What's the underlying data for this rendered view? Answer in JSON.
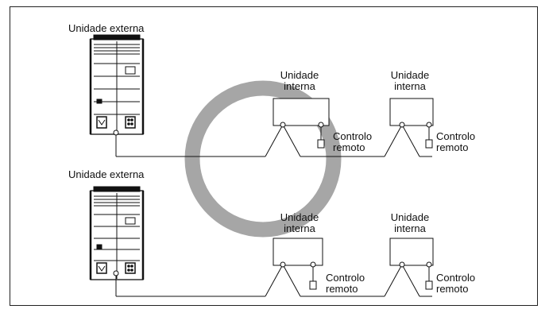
{
  "outdoor_units": [
    {
      "label": "Unidade externa"
    },
    {
      "label": "Unidade externa"
    }
  ],
  "indoor_units": [
    {
      "line1": "Unidade",
      "line2": "interna"
    },
    {
      "line1": "Unidade",
      "line2": "interna"
    },
    {
      "line1": "Unidade",
      "line2": "interna"
    },
    {
      "line1": "Unidade",
      "line2": "interna"
    }
  ],
  "remotes": [
    {
      "line1": "Controlo",
      "line2": "remoto"
    },
    {
      "line1": "Controlo",
      "line2": "remoto"
    },
    {
      "line1": "Controlo",
      "line2": "remoto"
    },
    {
      "line1": "Controlo",
      "line2": "remoto"
    }
  ],
  "highlight_ring_color": "#a6a6a6"
}
